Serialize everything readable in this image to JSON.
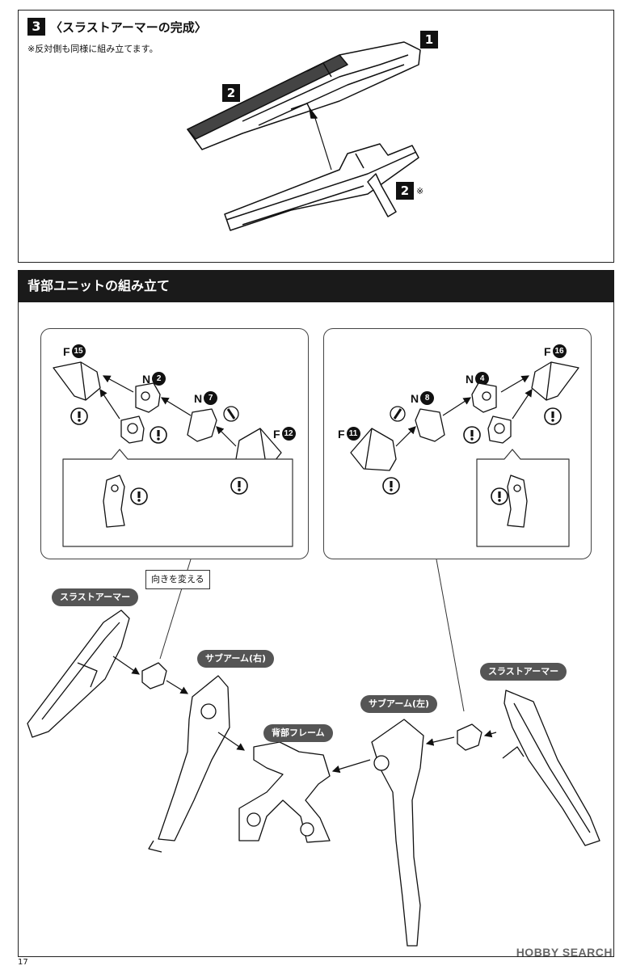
{
  "step3": {
    "number": "3",
    "title": "〈スラストアーマーの完成〉",
    "note": "※反対側も同様に組み立てます。",
    "tags": [
      "1",
      "2",
      "2"
    ],
    "tag_suffix": "※"
  },
  "section": {
    "title": "背部ユニットの組み立て"
  },
  "left_detail": {
    "parts": [
      {
        "letter": "F",
        "num": "15"
      },
      {
        "letter": "N",
        "num": "2"
      },
      {
        "letter": "N",
        "num": "7"
      },
      {
        "letter": "F",
        "num": "12"
      }
    ]
  },
  "right_detail": {
    "parts": [
      {
        "letter": "F",
        "num": "16"
      },
      {
        "letter": "N",
        "num": "4"
      },
      {
        "letter": "N",
        "num": "8"
      },
      {
        "letter": "F",
        "num": "11"
      }
    ]
  },
  "callout": {
    "label": "向きを変える"
  },
  "labels": {
    "thrust_armor_left": "スラストアーマー",
    "sub_arm_right": "サブアーム(右)",
    "back_frame": "背部フレーム",
    "sub_arm_left": "サブアーム(左)",
    "thrust_armor_right": "スラストアーマー"
  },
  "page_number": "17",
  "watermark": "HOBBY SEARCH",
  "colors": {
    "ink": "#111111",
    "pill": "#555555",
    "armor_dark": "#444444"
  }
}
